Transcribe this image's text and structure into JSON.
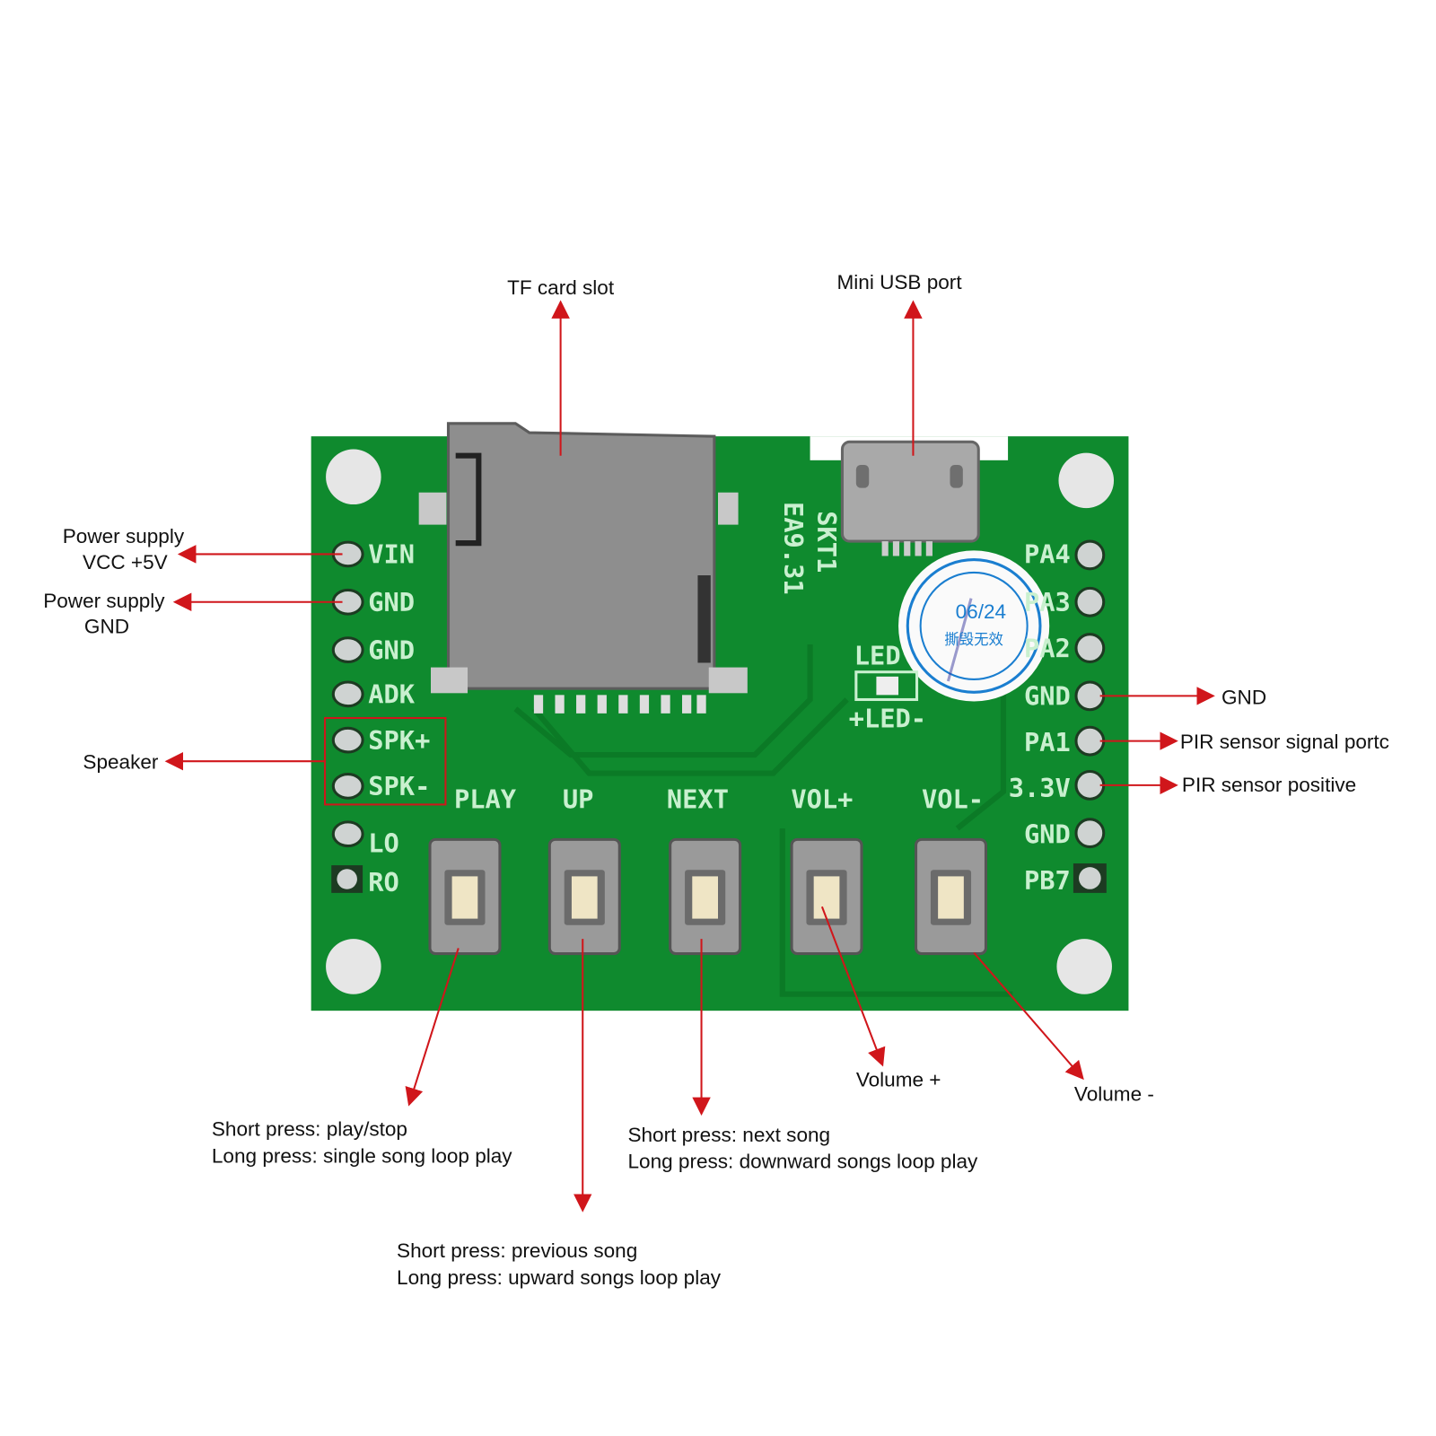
{
  "colors": {
    "pcb": "#0f8a2e",
    "arrow": "#d0161b",
    "silkscreen": "#c9f0cf",
    "metal": "#8e8e8e"
  },
  "callouts": {
    "tf_card_slot": "TF card slot",
    "mini_usb_port": "Mini USB port",
    "vin": [
      "Power supply",
      "VCC +5V"
    ],
    "gnd_left": [
      "Power supply",
      "GND"
    ],
    "speaker": "Speaker",
    "gnd_right": "GND",
    "pir_signal": "PIR sensor signal portc",
    "pir_positive": "PIR sensor positive",
    "play": [
      "Short press: play/stop",
      "Long press: single song loop play"
    ],
    "up": [
      "Short press: previous song",
      "Long press: upward songs loop play"
    ],
    "next": [
      "Short press: next song",
      "Long press: downward songs loop play"
    ],
    "vol_plus": "Volume +",
    "vol_minus": "Volume -"
  },
  "silkscreen": {
    "left_pins": [
      "VIN",
      "GND",
      "GND",
      "ADK",
      "SPK+",
      "SPK-",
      "LO",
      "RO"
    ],
    "right_pins": [
      "PA4",
      "PA3",
      "PA2",
      "GND",
      "PA1",
      "3.3V",
      "GND",
      "PB7"
    ],
    "buttons": [
      "PLAY",
      "UP",
      "NEXT",
      "VOL+",
      "VOL-"
    ],
    "board_id": "EA9.31",
    "usb_ref": "SKT1",
    "led_label": "LED",
    "led_polarity": "+LED-",
    "sticker_date": "06/24",
    "sticker_text": "撕毁无效"
  }
}
